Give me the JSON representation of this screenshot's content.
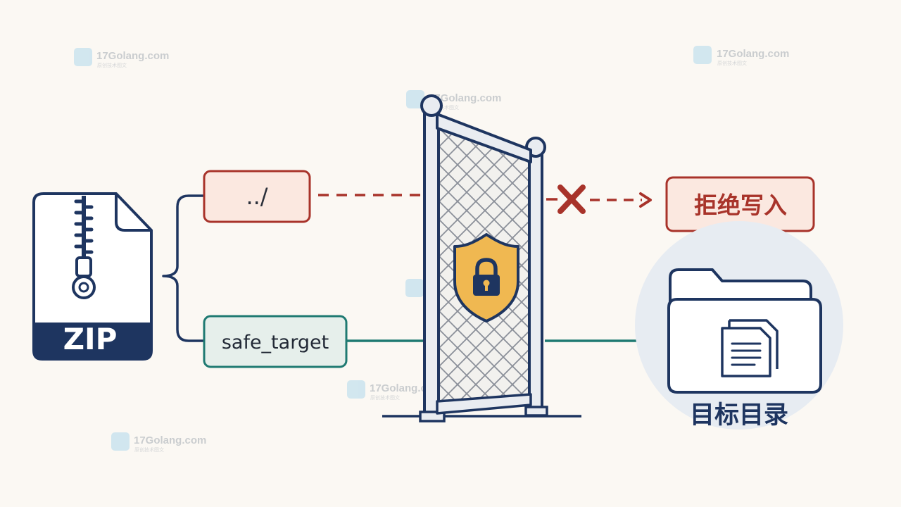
{
  "zip": {
    "label": "ZIP"
  },
  "malicious_path": {
    "text": "../"
  },
  "safe_path": {
    "text": "safe_target"
  },
  "reject": {
    "label": "拒绝写入"
  },
  "target_dir": {
    "label": "目标目录"
  },
  "colors": {
    "navy": "#1e3560",
    "red": "#a8332a",
    "red_fill": "#fbe8e0",
    "teal": "#1f7a72",
    "teal_fill": "#e6efeb",
    "gold": "#f0b851",
    "gate_frame": "#e9ecf1",
    "background": "#fbf8f3",
    "folder_halo": "#e7ecf2"
  },
  "icons": [
    "zip-file-icon",
    "zipper-icon",
    "gate-icon",
    "shield-lock-icon",
    "cross-icon",
    "folder-icon",
    "document-icon"
  ],
  "watermark": {
    "text": "17Golang.com",
    "subtext": "原创技术图文"
  }
}
